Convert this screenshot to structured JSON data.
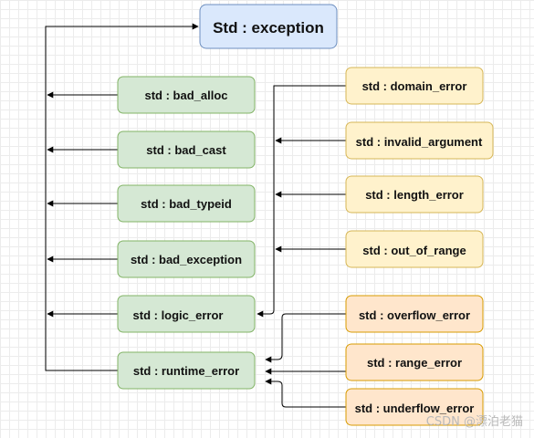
{
  "nodes": {
    "root": {
      "label": "Std : exception"
    },
    "bad_alloc": {
      "label": "std : bad_alloc"
    },
    "bad_cast": {
      "label": "std : bad_cast"
    },
    "bad_typeid": {
      "label": "std : bad_typeid"
    },
    "bad_exception": {
      "label": "std : bad_exception"
    },
    "logic_error": {
      "label": "std : logic_error"
    },
    "runtime_error": {
      "label": "std : runtime_error"
    },
    "domain_error": {
      "label": "std : domain_error"
    },
    "invalid_argument": {
      "label": "std : invalid_argument"
    },
    "length_error": {
      "label": "std : length_error"
    },
    "out_of_range": {
      "label": "std : out_of_range"
    },
    "overflow_error": {
      "label": "std : overflow_error"
    },
    "range_error": {
      "label": "std : range_error"
    },
    "underflow_error": {
      "label": "std : underflow_error"
    }
  },
  "edges": [
    {
      "from": "runtime_error",
      "to": "root"
    },
    {
      "from": "bad_alloc",
      "to": "root"
    },
    {
      "from": "bad_cast",
      "to": "root"
    },
    {
      "from": "bad_typeid",
      "to": "root"
    },
    {
      "from": "bad_exception",
      "to": "root"
    },
    {
      "from": "logic_error",
      "to": "root"
    },
    {
      "from": "domain_error",
      "to": "logic_error"
    },
    {
      "from": "invalid_argument",
      "to": "logic_error"
    },
    {
      "from": "length_error",
      "to": "logic_error"
    },
    {
      "from": "out_of_range",
      "to": "logic_error"
    },
    {
      "from": "overflow_error",
      "to": "runtime_error"
    },
    {
      "from": "range_error",
      "to": "runtime_error"
    },
    {
      "from": "underflow_error",
      "to": "runtime_error"
    }
  ],
  "colors": {
    "root_fill": "#dae8fc",
    "root_stroke": "#6c8ebf",
    "green_fill": "#d5e8d4",
    "green_stroke": "#82b366",
    "yellow_fill": "#fff2cc",
    "yellow_stroke": "#d6b656",
    "orange_fill": "#ffe6cc",
    "orange_stroke": "#d79b00"
  },
  "watermark": "CSDN @漂泊老猫"
}
